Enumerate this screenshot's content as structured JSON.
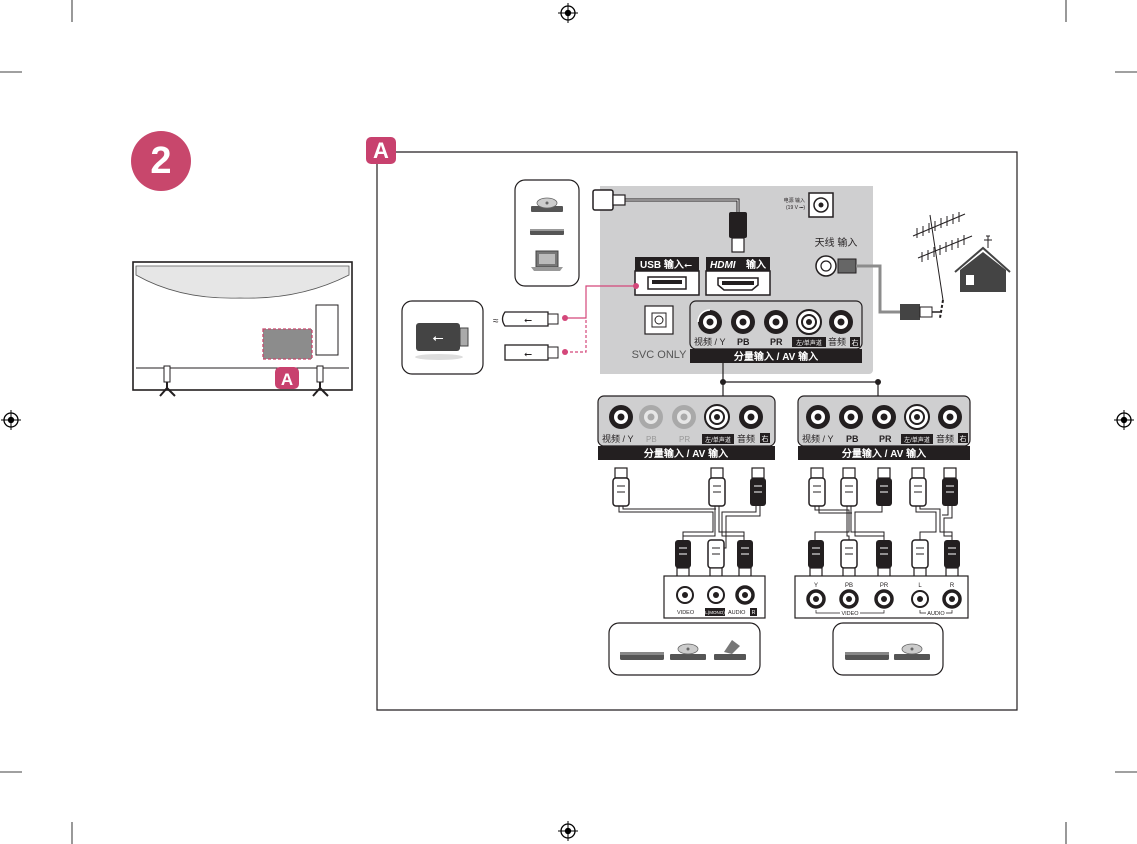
{
  "step": {
    "number": "2"
  },
  "panel": {
    "letter": "A"
  },
  "tv": {
    "marker": "A"
  },
  "ports": {
    "usb_label": "USB 输入",
    "hdmi_logo": "HDMI",
    "hdmi_suffix": "输入",
    "power_label_1": "电源 输入",
    "power_label_2": "(19 V ⎓)",
    "antenna_label": "天线 输入",
    "svc_label": "SVC ONLY",
    "video_y": "视频 / Y",
    "pb": "PB",
    "pr": "PR",
    "left_mono": "左/单声道",
    "audio": "音频",
    "right": "右",
    "component_av": "分量输入 / AV 输入"
  },
  "device_left": {
    "video": "VIDEO",
    "l_mono": "L(MONO)",
    "audio": "AUDIO",
    "r": "R"
  },
  "device_right": {
    "y": "Y",
    "pb": "PB",
    "pr": "PR",
    "l": "L",
    "r": "R",
    "video": "VIDEO",
    "audio": "AUDIO"
  },
  "colors": {
    "accent": "#c8476c",
    "panel_grey": "#cfcfd0",
    "port_black": "#231f20",
    "cable_grey": "#8c8c8c",
    "usb_dash": "#d4477a"
  },
  "icons": [
    "usb-stick-icon",
    "usb-drive-icon",
    "disc-player-icon",
    "blu-ray-player-icon",
    "laptop-icon",
    "antenna-icon",
    "house-icon",
    "power-jack-icon",
    "registration-mark-icon"
  ]
}
